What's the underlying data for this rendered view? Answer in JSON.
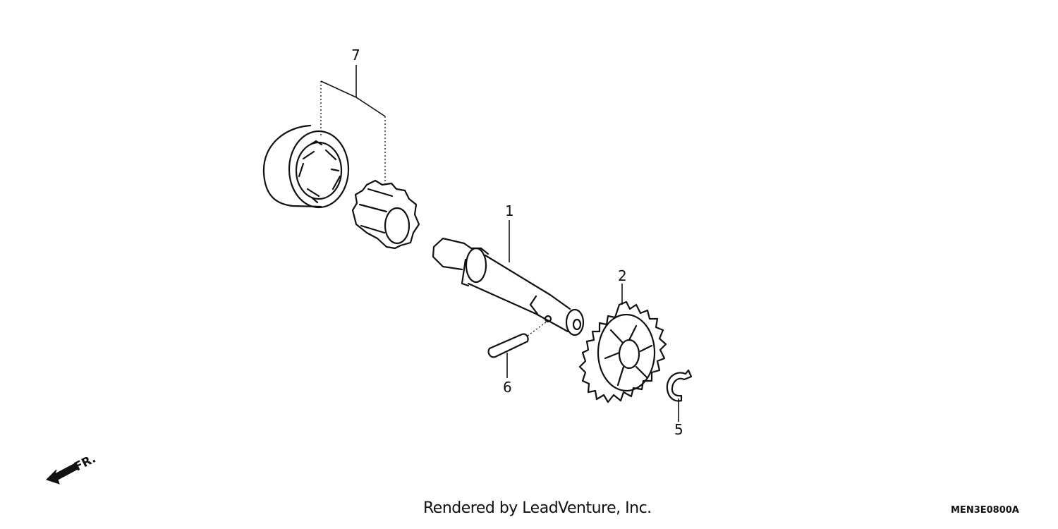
{
  "callouts": {
    "p1": "1",
    "p2": "2",
    "p5": "5",
    "p6": "6",
    "p7": "7"
  },
  "direction_label": "FR.",
  "credit": "Rendered by LeadVenture, Inc.",
  "diagram_code": "MEN3E0800A",
  "icons": {
    "front_arrow": "front-direction-arrow-icon"
  }
}
